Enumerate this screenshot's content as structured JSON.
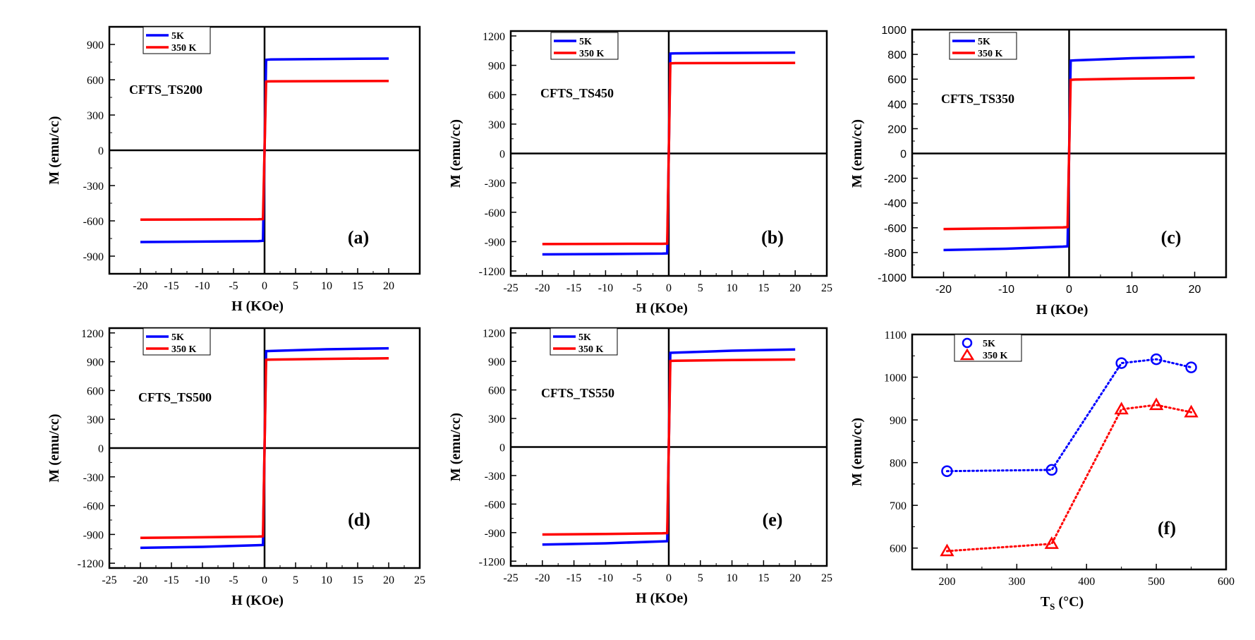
{
  "figure": {
    "colors": {
      "blue": "#0000ff",
      "red": "#ff0000",
      "axis": "#000000"
    }
  },
  "chart_data": [
    {
      "type": "line",
      "panel": "(a)",
      "sample_label": "CFTS_TS200",
      "xlabel": "H  (KOe)",
      "ylabel": "M    (emu/cc)",
      "xlim": [
        -25,
        25
      ],
      "ylim": [
        -1050,
        1050
      ],
      "xticks": [
        "-20",
        "-15",
        "-10",
        "-5",
        "0",
        "5",
        "10",
        "15",
        "20"
      ],
      "yticks": [
        "-900",
        "-600",
        "-300",
        "0",
        "300",
        "600",
        "900"
      ],
      "legend": [
        "5K",
        "350 K"
      ],
      "series": [
        {
          "name": "5K",
          "saturation": 780,
          "near_zero": 770
        },
        {
          "name": "350 K",
          "saturation": 590,
          "near_zero": 585
        }
      ]
    },
    {
      "type": "line",
      "panel": "(b)",
      "sample_label": "CFTS_TS450",
      "xlabel": "H  (KOe)",
      "ylabel": "M    (emu/cc)",
      "xlim": [
        -25,
        25
      ],
      "ylim": [
        -1250,
        1250
      ],
      "xticks": [
        "-25",
        "-20",
        "-15",
        "-10",
        "-5",
        "0",
        "5",
        "10",
        "15",
        "20",
        "25"
      ],
      "yticks": [
        "-1200",
        "-900",
        "-600",
        "-300",
        "0",
        "300",
        "600",
        "900",
        "1200"
      ],
      "legend": [
        "5K",
        "350 K"
      ],
      "series": [
        {
          "name": "5K",
          "saturation": 1030,
          "near_zero": 1020
        },
        {
          "name": "350 K",
          "saturation": 925,
          "near_zero": 920
        }
      ]
    },
    {
      "type": "line",
      "panel": "(c)",
      "sample_label": "CFTS_TS350",
      "xlabel": "H  (KOe)",
      "ylabel": "M    (emu/cc)",
      "xlim": [
        -25,
        25
      ],
      "ylim": [
        -1000,
        1000
      ],
      "xticks": [
        "-20",
        "-10",
        "0",
        "10",
        "20"
      ],
      "yticks": [
        "-1000",
        "-800",
        "-600",
        "-400",
        "-200",
        "0",
        "200",
        "400",
        "600",
        "800",
        "1000"
      ],
      "legend": [
        "5K",
        "350 K"
      ],
      "series": [
        {
          "name": "5K",
          "saturation": 780,
          "near_zero": 750
        },
        {
          "name": "350 K",
          "saturation": 610,
          "near_zero": 595
        }
      ]
    },
    {
      "type": "line",
      "panel": "(d)",
      "sample_label": "CFTS_TS500",
      "xlabel": "H  (KOe)",
      "ylabel": "M    (emu/cc)",
      "xlim": [
        -25,
        25
      ],
      "ylim": [
        -1250,
        1250
      ],
      "xticks": [
        "-25",
        "-20",
        "-15",
        "-10",
        "-5",
        "0",
        "5",
        "10",
        "15",
        "20",
        "25"
      ],
      "yticks": [
        "-1200",
        "-900",
        "-600",
        "-300",
        "0",
        "300",
        "600",
        "900",
        "1200"
      ],
      "legend": [
        "5K",
        "350 K"
      ],
      "series": [
        {
          "name": "5K",
          "saturation": 1040,
          "near_zero": 1010
        },
        {
          "name": "350 K",
          "saturation": 935,
          "near_zero": 920
        }
      ]
    },
    {
      "type": "line",
      "panel": "(e)",
      "sample_label": "CFTS_TS550",
      "xlabel": "H  (KOe)",
      "ylabel": "M    (emu/cc)",
      "xlim": [
        -25,
        25
      ],
      "ylim": [
        -1250,
        1250
      ],
      "xticks": [
        "-25",
        "-20",
        "-15",
        "-10",
        "-5",
        "0",
        "5",
        "10",
        "15",
        "20",
        "25"
      ],
      "yticks": [
        "-1200",
        "-900",
        "-600",
        "-300",
        "0",
        "300",
        "600",
        "900",
        "1200"
      ],
      "legend": [
        "5K",
        "350 K"
      ],
      "series": [
        {
          "name": "5K",
          "saturation": 1025,
          "near_zero": 990
        },
        {
          "name": "350 K",
          "saturation": 920,
          "near_zero": 905
        }
      ]
    },
    {
      "type": "scatter",
      "panel": "(f)",
      "xlabel": "T",
      "xlabel_sub": "S",
      "xlabel_unit": "(°C)",
      "ylabel": "M   (emu/cc)",
      "xlim": [
        150,
        600
      ],
      "ylim": [
        550,
        1100
      ],
      "xticks": [
        "200",
        "300",
        "400",
        "500",
        "600"
      ],
      "yticks": [
        "600",
        "700",
        "800",
        "900",
        "1000",
        "1100"
      ],
      "legend": [
        "5K",
        "350 K"
      ],
      "x": [
        200,
        350,
        450,
        500,
        550
      ],
      "series": [
        {
          "name": "5K",
          "marker": "circle",
          "values": [
            780,
            783,
            1033,
            1042,
            1023
          ]
        },
        {
          "name": "350 K",
          "marker": "triangle",
          "values": [
            593,
            610,
            925,
            935,
            918
          ]
        }
      ]
    }
  ]
}
